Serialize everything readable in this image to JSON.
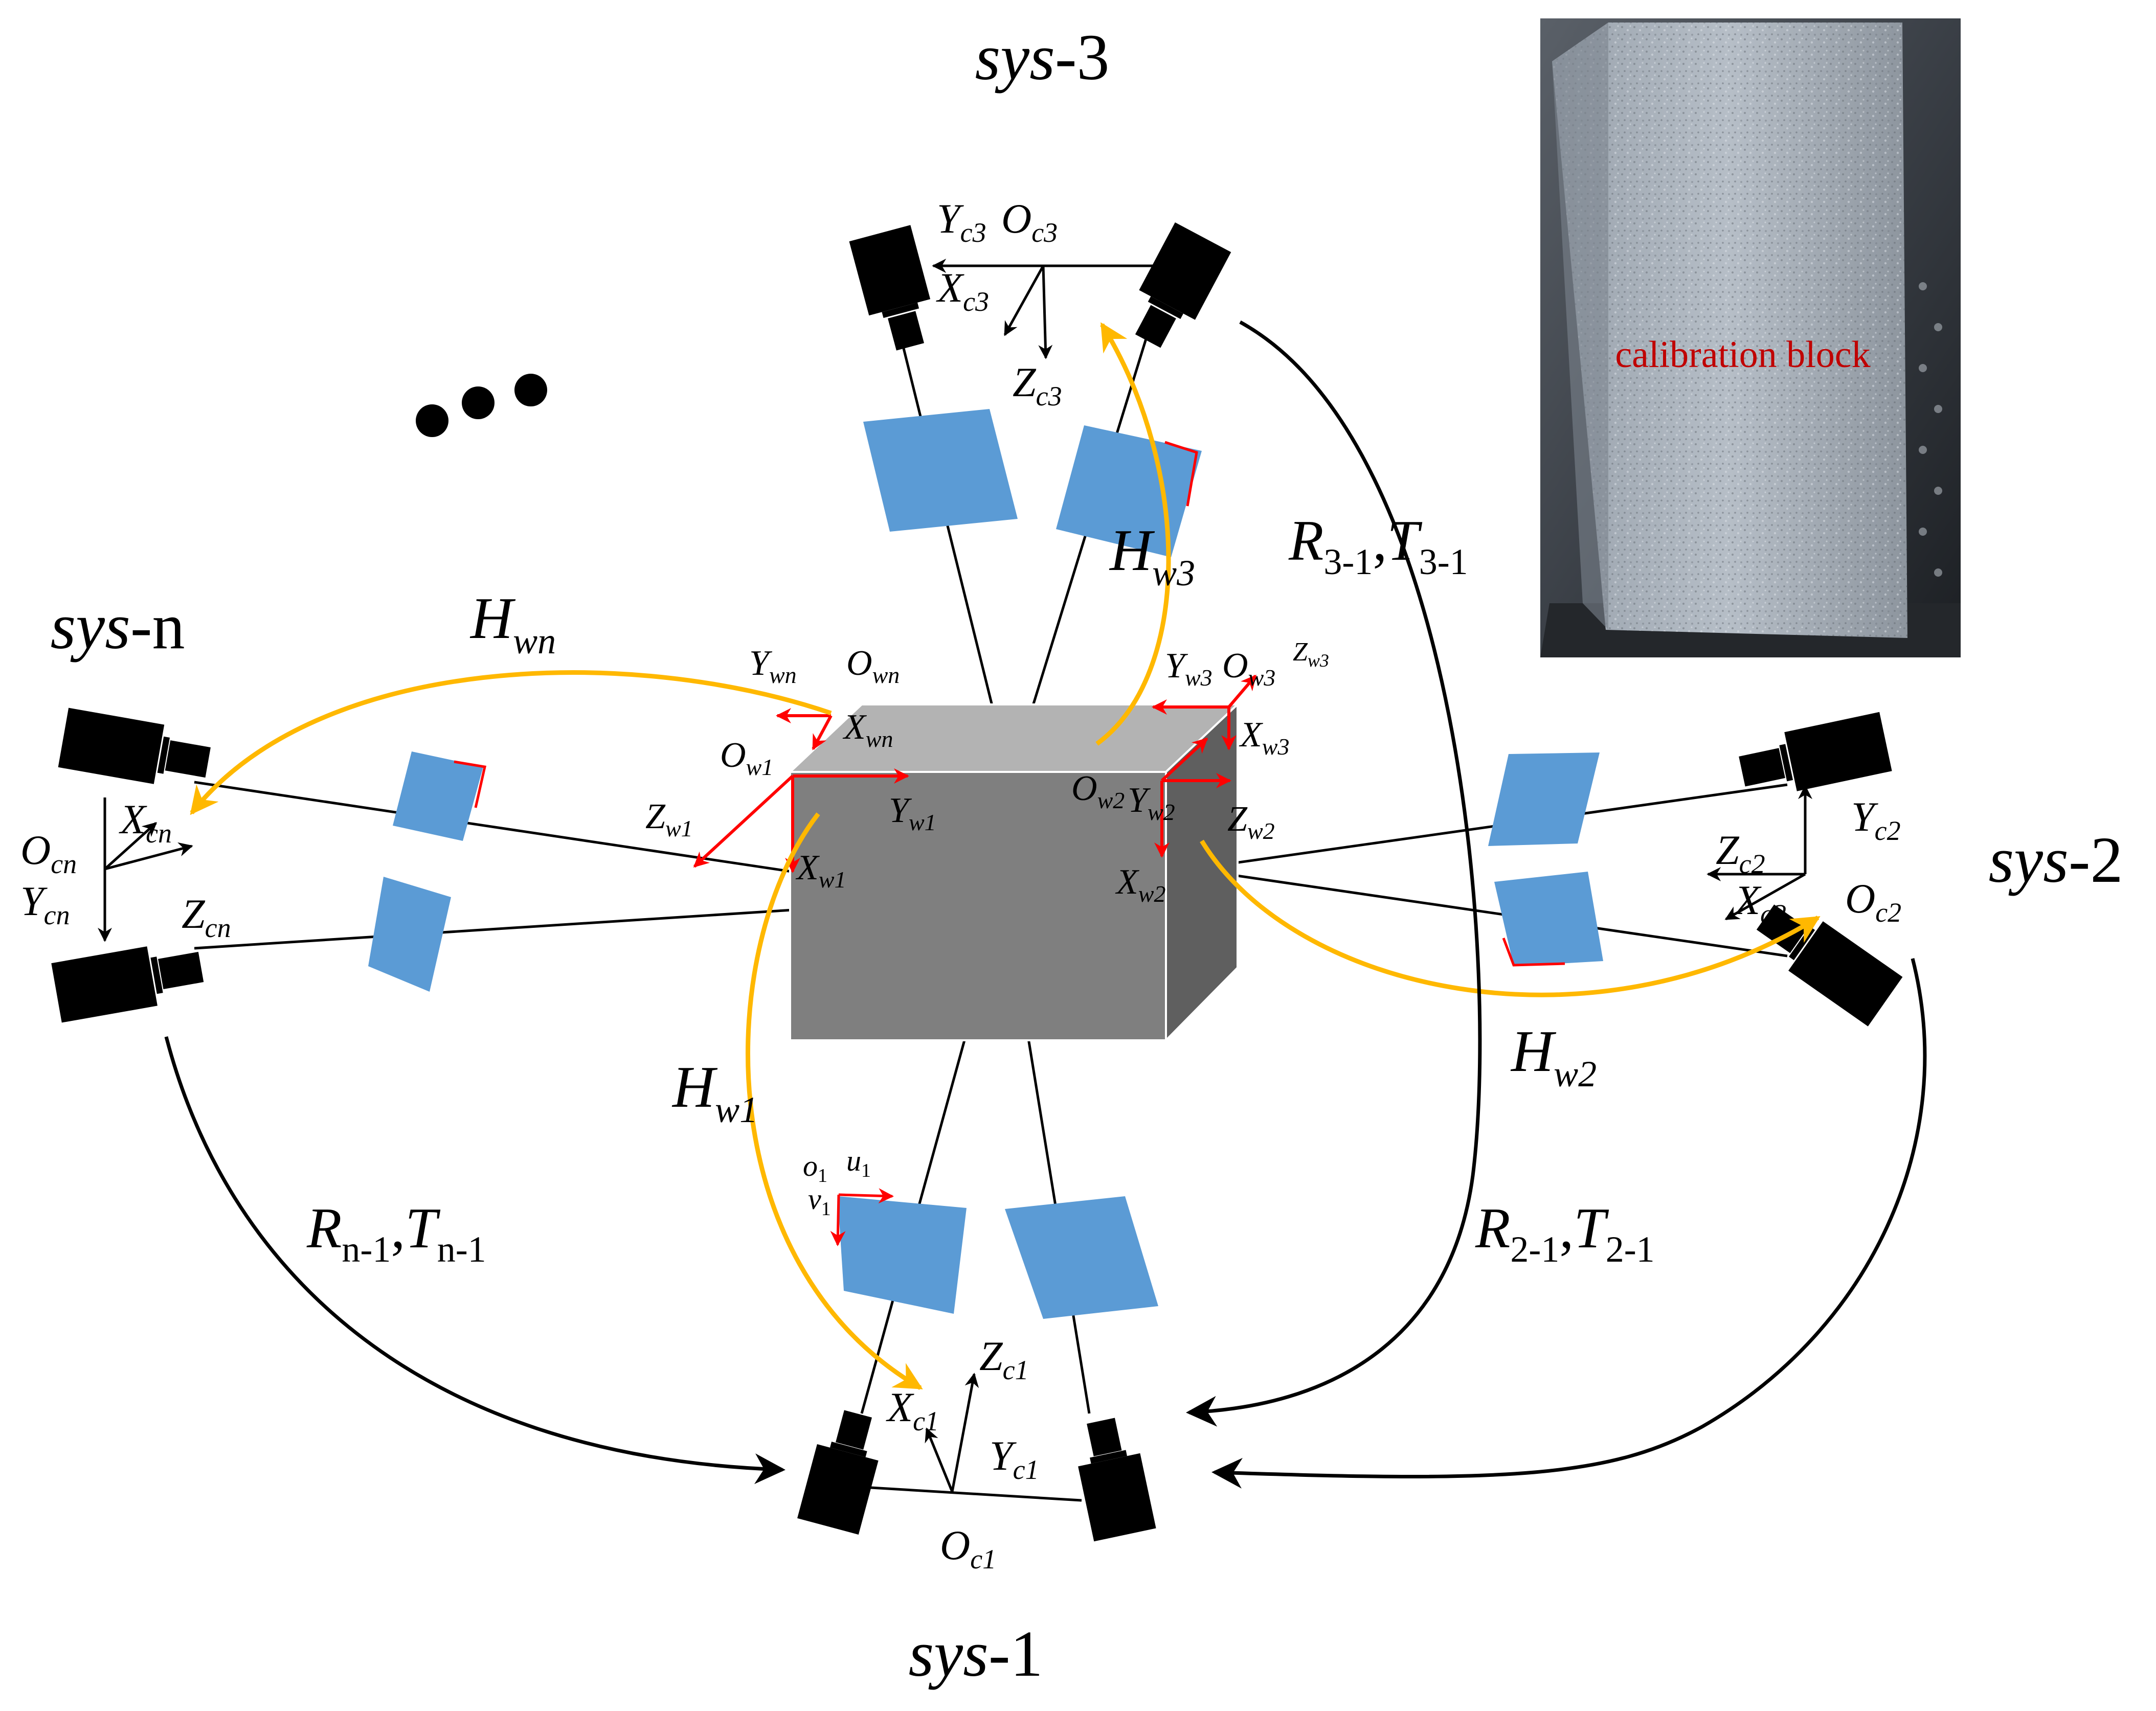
{
  "systems": {
    "sys1": {
      "prefix": "sys",
      "suffix": "-1"
    },
    "sys2": {
      "prefix": "sys",
      "suffix": "-2"
    },
    "sys3": {
      "prefix": "sys",
      "suffix": "-3"
    },
    "sysn": {
      "prefix": "sys",
      "suffix": "-n"
    }
  },
  "ellipsis": "...",
  "photo": {
    "caption": "calibration block"
  },
  "transforms": {
    "hwn": {
      "base": "H",
      "sub": "wn"
    },
    "hw3": {
      "base": "H",
      "sub": "w3"
    },
    "hw1": {
      "base": "H",
      "sub": "w1"
    },
    "hw2": {
      "base": "H",
      "sub": "w2"
    },
    "r31": {
      "r": "R",
      "rsub": "3-1",
      "t": "T",
      "tsub": "3-1"
    },
    "rn1": {
      "r": "R",
      "rsub": "n-1",
      "t": "T",
      "tsub": "n-1"
    },
    "r21": {
      "r": "R",
      "rsub": "2-1",
      "t": "T",
      "tsub": "2-1"
    }
  },
  "camera_axes": {
    "c3": {
      "y": "Y",
      "ysub": "c3",
      "o": "O",
      "osub": "c3",
      "x": "X",
      "xsub": "c3",
      "z": "Z",
      "zsub": "c3"
    },
    "c2": {
      "z": "Z",
      "zsub": "c2",
      "y": "Y",
      "ysub": "c2",
      "x": "X",
      "xsub": "c2",
      "o": "O",
      "osub": "c2"
    },
    "c1": {
      "z": "Z",
      "zsub": "c1",
      "x": "X",
      "xsub": "c1",
      "y": "Y",
      "ysub": "c1",
      "o": "O",
      "osub": "c1"
    },
    "cn": {
      "x": "X",
      "xsub": "cn",
      "o": "O",
      "osub": "cn",
      "y": "Y",
      "ysub": "cn",
      "z": "Z",
      "zsub": "cn"
    }
  },
  "world_axes": {
    "wn": {
      "y": "Y",
      "ysub": "wn",
      "o": "O",
      "osub": "wn",
      "x": "X",
      "xsub": "wn"
    },
    "w1": {
      "o": "O",
      "osub": "w1",
      "y": "Y",
      "ysub": "w1",
      "z": "Z",
      "zsub": "w1",
      "x": "X",
      "xsub": "w1"
    },
    "w2": {
      "o": "O",
      "osub": "w2",
      "y": "Y",
      "ysub": "w2",
      "z": "Z",
      "zsub": "w2",
      "x": "X",
      "xsub": "w2"
    },
    "w3": {
      "y": "Y",
      "ysub": "w3",
      "o": "O",
      "osub": "w3",
      "z": "Z",
      "zsub": "w3",
      "x": "X",
      "xsub": "w3"
    }
  },
  "image_axes": {
    "o": "o",
    "osub": "1",
    "u": "u",
    "usub": "1",
    "v": "v",
    "vsub": "1"
  },
  "colors": {
    "camera": "#000000",
    "plane": "#5b9bd5",
    "arrow_orange": "#ffb800",
    "axis_red": "#ff0000",
    "block_front": "#7f7f7f",
    "block_top": "#b3b3b3",
    "block_side": "#5f5f5f",
    "caption": "#c00000"
  }
}
